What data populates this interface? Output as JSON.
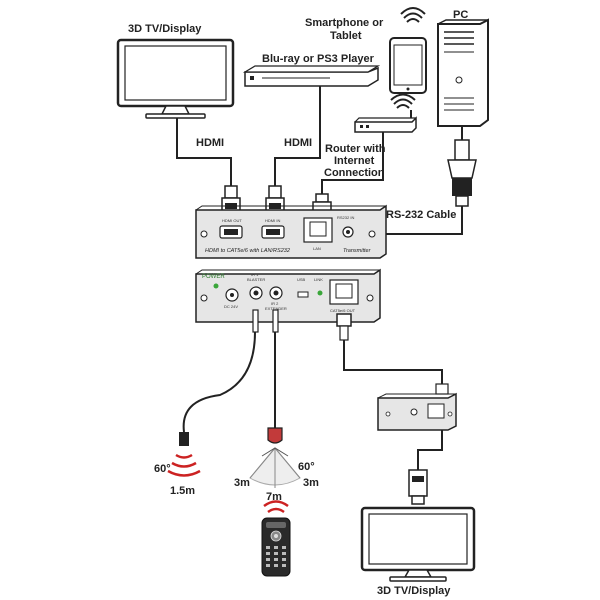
{
  "labels": {
    "tv_top": "3D TV/Display",
    "tv_bottom": "3D TV/Display",
    "bluray": "Blu-ray or PS3 Player",
    "smartphone_line1": "Smartphone or",
    "smartphone_line2": "Tablet",
    "pc": "PC",
    "router_line1": "Router with",
    "router_line2": "Internet",
    "router_line3": "Connection",
    "hdmi_left": "HDMI",
    "hdmi_right": "HDMI",
    "rs232_cable": "RS-232 Cable",
    "ir_angle_left": "60°",
    "ir_dist_left": "1.5m",
    "ir_angle_right": "60°",
    "ir_side_left": "3m",
    "ir_side_right": "3m",
    "ir_center": "7m"
  },
  "transmitter": {
    "port_hdmi_out": "HDMI OUT",
    "port_hdmi_in": "HDMI IN",
    "port_rs232": "RS232 IN",
    "port_lan": "LAN",
    "caption": "HDMI to CAT5e/6 with LAN/RS232",
    "device_name": "Transmitter"
  },
  "receiver": {
    "power": "POWER",
    "dc": "DC 24V",
    "ir1_line1": "IR 1",
    "ir1_line2": "BLASTER",
    "ir2_line1": "IR 2",
    "ir2_line2": "EXTENDER",
    "usb": "USB",
    "link": "LINK",
    "cat_out": "CAT5e/6 OUT"
  },
  "colors": {
    "stroke": "#222222",
    "device_fill": "#e6e6e6",
    "screen_fill": "#ffffff",
    "led_green": "#3aa63a",
    "ir_red": "#cc2222",
    "sensor_red": "#c23a3a"
  }
}
